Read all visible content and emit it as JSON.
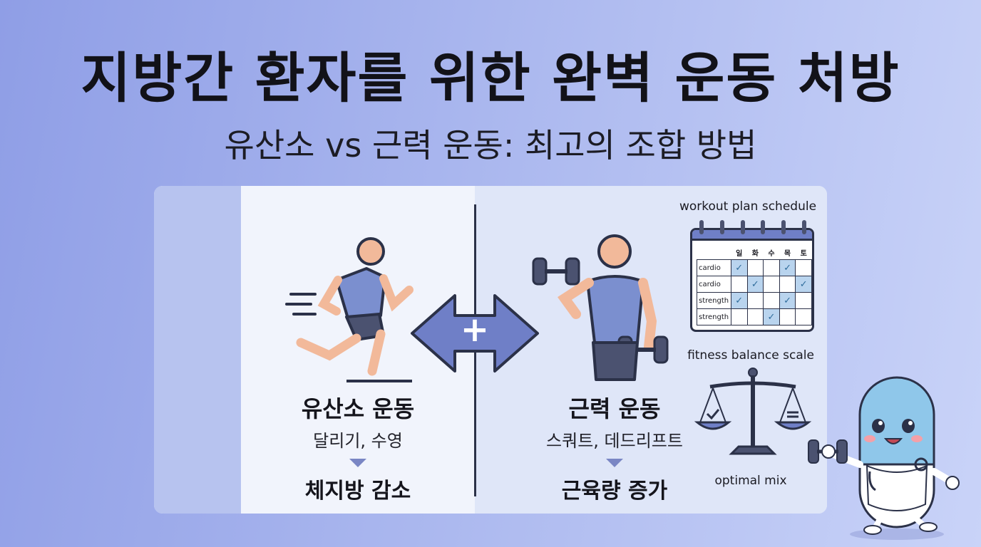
{
  "title": "지방간 환자를 위한 완벽 운동 처방",
  "subtitle": "유산소 vs 근력 운동: 최고의 조합 방법",
  "left": {
    "heading": "유산소 운동",
    "examples": "달리기, 수영",
    "result": "체지방 감소"
  },
  "right": {
    "heading": "근력 운동",
    "examples": "스쿼트, 데드리프트",
    "result": "근육량 증가"
  },
  "center_symbol": "+",
  "schedule": {
    "caption": "workout plan schedule",
    "days": [
      "일",
      "화",
      "수",
      "목",
      "토"
    ],
    "rows": [
      {
        "label": "cardio",
        "checks": [
          true,
          false,
          false,
          true,
          false
        ]
      },
      {
        "label": "cardio",
        "checks": [
          false,
          true,
          false,
          false,
          true
        ]
      },
      {
        "label": "strength",
        "checks": [
          true,
          false,
          false,
          true,
          false
        ]
      },
      {
        "label": "strength",
        "checks": [
          false,
          false,
          true,
          false,
          false
        ]
      }
    ]
  },
  "scale": {
    "caption": "fitness balance scale",
    "bottom_label": "optimal mix"
  },
  "colors": {
    "accent": "#6f7fc7",
    "check_fill": "#b9d4ee",
    "check": "#2f6d9c",
    "outline": "#2b3148"
  }
}
